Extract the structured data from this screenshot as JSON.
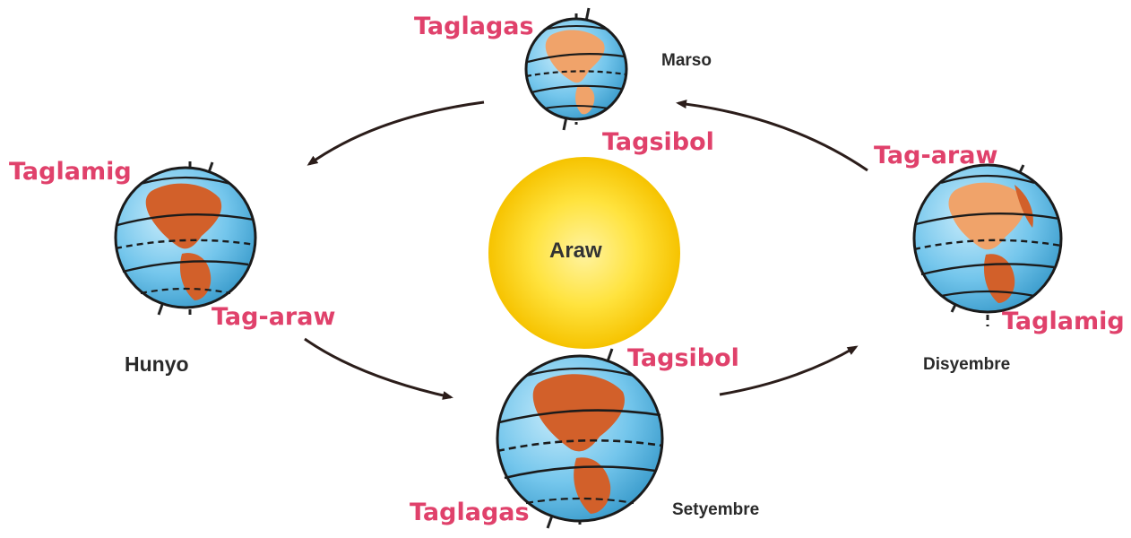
{
  "sun": {
    "label": "Araw"
  },
  "globes": {
    "marso": {
      "month": "Marso",
      "season_top": "Taglagas",
      "season_bottom": "Tagsibol"
    },
    "hunyo": {
      "month": "Hunyo",
      "season_top": "Taglamig",
      "season_bottom": "Tag-araw"
    },
    "setyembre": {
      "month": "Setyembre",
      "season_top": "Tagsibol",
      "season_bottom": "Taglagas"
    },
    "disyembre": {
      "month": "Disyembre",
      "season_top": "Tag-araw",
      "season_bottom": "Taglamig"
    }
  },
  "colors": {
    "season_label": "#e0416b",
    "sun_core": "#ffe24a",
    "sun_edge": "#f8c400",
    "ocean": "#6ec3ea",
    "land": "#d2602a",
    "arrow": "#2b1d1a"
  }
}
